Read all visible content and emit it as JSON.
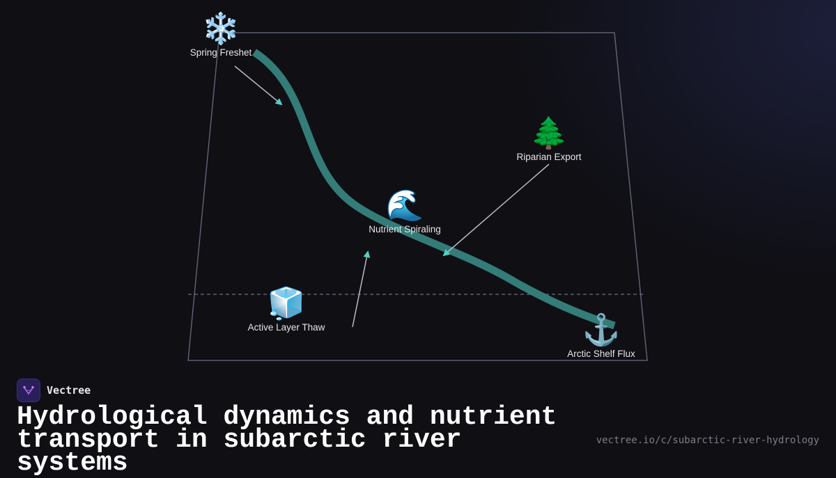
{
  "diagram": {
    "nodes": [
      {
        "id": "spring-freshet",
        "icon": "snowflake-icon",
        "emoji": "❄️",
        "label": "Spring Freshet"
      },
      {
        "id": "riparian-export",
        "icon": "evergreen-tree-icon",
        "emoji": "🌲",
        "label": "Riparian Export"
      },
      {
        "id": "nutrient-spiraling",
        "icon": "water-wave-icon",
        "emoji": "🌊",
        "label": "Nutrient Spiraling"
      },
      {
        "id": "active-layer-thaw",
        "icon": "ice-cube-icon",
        "emoji": "🧊",
        "label": "Active Layer Thaw"
      },
      {
        "id": "arctic-shelf-flux",
        "icon": "anchor-icon",
        "emoji": "⚓",
        "label": "Arctic Shelf Flux"
      }
    ],
    "colors": {
      "river": "#347c78",
      "arrowhead": "#4fd1c5",
      "arrow_line": "#b9bcc8",
      "frame": "#5c6070",
      "baseline": "#6a6f80"
    }
  },
  "brand": {
    "name": "Vectree",
    "icon": "vectree-logo-icon"
  },
  "title": "Hydrological dynamics and nutrient transport in subarctic river systems",
  "url": "vectree.io/c/subarctic-river-hydrology"
}
